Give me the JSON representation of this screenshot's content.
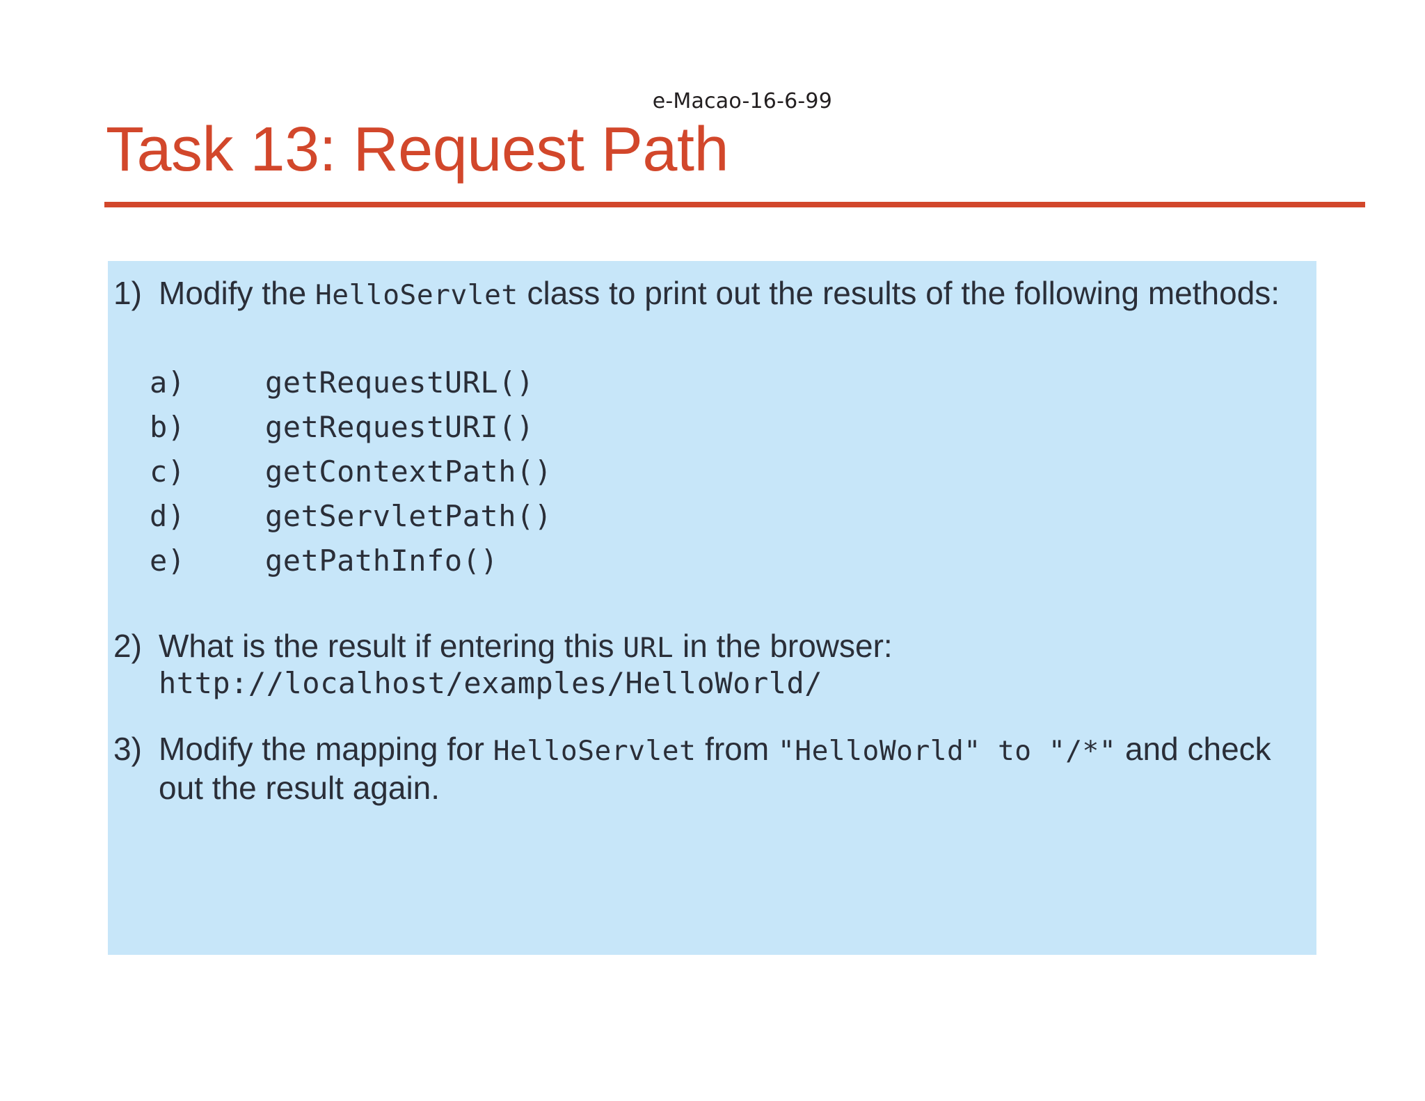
{
  "header": {
    "corner_label": "e-Macao-16-6-99"
  },
  "title": {
    "text": "Task 13: Request Path",
    "color": "#d2472b"
  },
  "panel": {
    "background_color": "#c7e6f9",
    "text_color": "#2a2e38"
  },
  "items": [
    {
      "marker": "1)",
      "part_a": "Modify the ",
      "code_1": "HelloServlet",
      "part_b": " class to print out the results of the following methods:"
    },
    {
      "marker": "2)",
      "part_a": "What is the result if entering this ",
      "code_1": "URL",
      "part_b": " in the browser:",
      "url": "http://localhost/examples/HelloWorld/"
    },
    {
      "marker": "3)",
      "part_a": "Modify the mapping for ",
      "code_1": "HelloServlet",
      "part_b": " from ",
      "code_2": "\"HelloWorld\"",
      "part_c": " to ",
      "code_3": "\"/*\"",
      "part_d": " and check out the result again."
    }
  ],
  "methods": [
    {
      "letter": "a)",
      "name": "getRequestURL()"
    },
    {
      "letter": "b)",
      "name": "getRequestURI()"
    },
    {
      "letter": "c)",
      "name": "getContextPath()"
    },
    {
      "letter": "d)",
      "name": "getServletPath()"
    },
    {
      "letter": "e)",
      "name": "getPathInfo()"
    }
  ]
}
